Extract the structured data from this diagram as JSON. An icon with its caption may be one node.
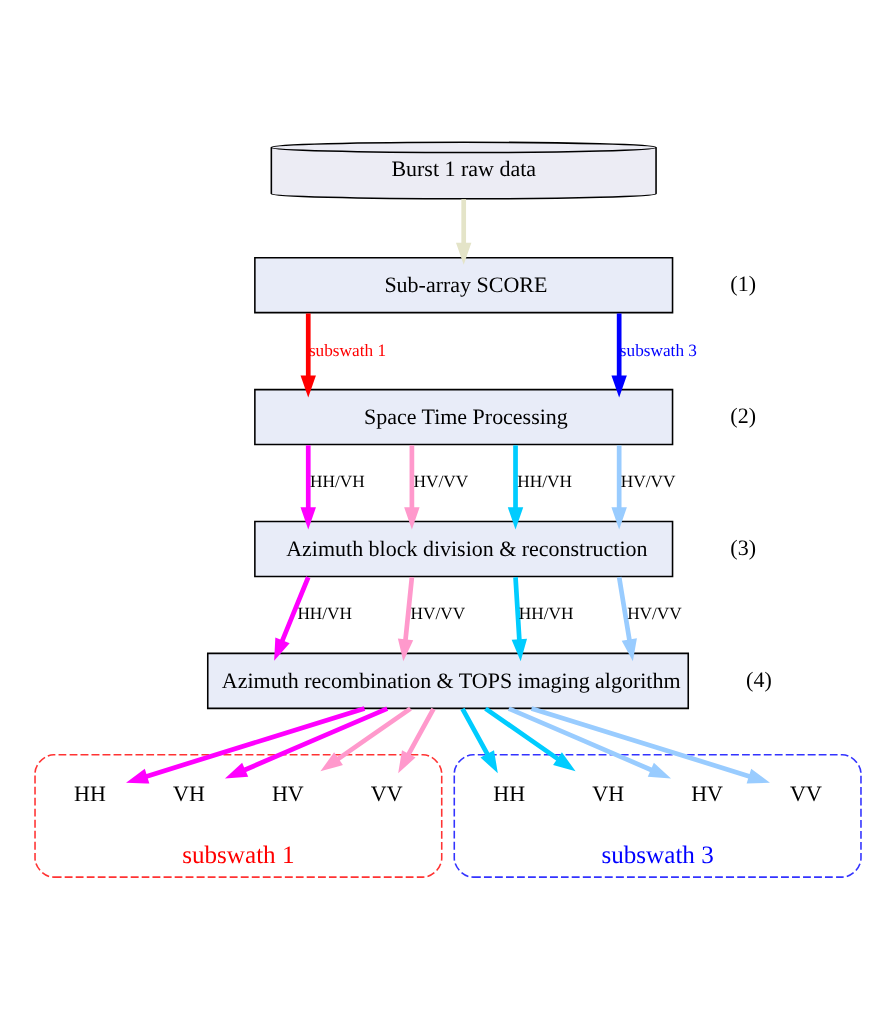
{
  "diagram": {
    "nodes": [
      {
        "text": [
          "Burst 1 raw data"
        ]
      },
      {
        "text": [
          "Sub-array SCORE"
        ],
        "beside": [
          "(1)"
        ]
      },
      {
        "text": [
          "Space Time Processing"
        ],
        "beside": [
          "(2)"
        ]
      },
      {
        "text": [
          "Azimuth block division & reconstruction"
        ],
        "beside": [
          "(3)"
        ]
      },
      {
        "text": [
          "Azimuth recombination & TOPS imaging algorithm"
        ],
        "beside": [
          "(4)"
        ]
      },
      {
        "text": [
          "subswath 1"
        ]
      },
      {
        "text": [
          "HH"
        ],
        "in": 5
      },
      {
        "text": [
          "VH"
        ],
        "in": 5
      },
      {
        "text": [
          "HV"
        ],
        "in": 5
      },
      {
        "text": [
          "VV"
        ],
        "in": 5
      },
      {
        "text": [
          "subswath 3"
        ]
      },
      {
        "text": [
          "HH"
        ],
        "in": 10
      },
      {
        "text": [
          "VH"
        ],
        "in": 10
      },
      {
        "text": [
          "HV"
        ],
        "in": 10
      },
      {
        "text": [
          "VV"
        ],
        "in": 10
      }
    ],
    "edges": [
      {
        "from": 0,
        "to": 1,
        "arrow": "to",
        "color": "#e4e4c8"
      },
      {
        "from": 1,
        "to": 2,
        "arrow": "to",
        "label": "subswath 1",
        "color": "#ff0000"
      },
      {
        "from": 1,
        "to": 2,
        "arrow": "to",
        "label": "subswath 3",
        "color": "#0000ff"
      },
      {
        "from": 2,
        "to": 3,
        "arrow": "to",
        "label": "HH/VH",
        "color": "#ff00ff"
      },
      {
        "from": 2,
        "to": 3,
        "arrow": "to",
        "label": "HV/VV",
        "color": "#ff99cc"
      },
      {
        "from": 2,
        "to": 3,
        "arrow": "to",
        "label": "HH/VH",
        "color": "#00ccff"
      },
      {
        "from": 2,
        "to": 3,
        "arrow": "to",
        "label": "HV/VV",
        "color": "#99ccff"
      },
      {
        "from": 3,
        "to": 4,
        "arrow": "to",
        "label": "HH/VH",
        "color": "#ff00ff"
      },
      {
        "from": 3,
        "to": 4,
        "arrow": "to",
        "label": "HV/VV",
        "color": "#ff99cc"
      },
      {
        "from": 3,
        "to": 4,
        "arrow": "to",
        "label": "HH/VH",
        "color": "#00ccff"
      },
      {
        "from": 3,
        "to": 4,
        "arrow": "to",
        "label": "HV/VV",
        "color": "#99ccff"
      },
      {
        "from": 4,
        "to": 6,
        "arrow": "to",
        "color": "#ff00ff"
      },
      {
        "from": 4,
        "to": 7,
        "arrow": "to",
        "color": "#ff00ff"
      },
      {
        "from": 4,
        "to": 8,
        "arrow": "to",
        "color": "#ff99cc"
      },
      {
        "from": 4,
        "to": 9,
        "arrow": "to",
        "color": "#ff99cc"
      },
      {
        "from": 4,
        "to": 11,
        "arrow": "to",
        "color": "#00ccff"
      },
      {
        "from": 4,
        "to": 12,
        "arrow": "to",
        "color": "#00ccff"
      },
      {
        "from": 4,
        "to": 13,
        "arrow": "to",
        "color": "#99ccff"
      },
      {
        "from": 4,
        "to": 14,
        "arrow": "to",
        "color": "#99ccff"
      }
    ]
  }
}
